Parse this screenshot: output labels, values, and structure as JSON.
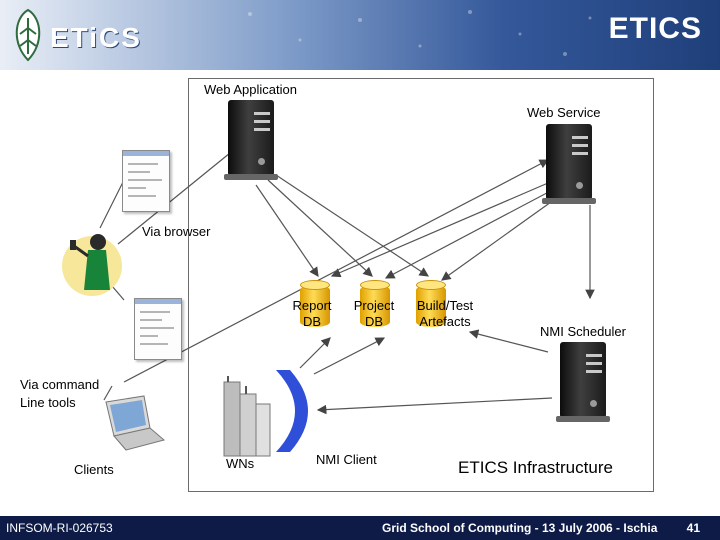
{
  "header": {
    "title": "ETICS",
    "logo_text": "ETiCS"
  },
  "diagram": {
    "web_application": "Web Application",
    "web_service": "Web Service",
    "via_browser": "Via browser",
    "report_db": [
      "Report",
      "DB"
    ],
    "project_db": [
      "Project",
      "DB"
    ],
    "artefacts_db": [
      "Build/Test",
      "Artefacts"
    ],
    "nmi_scheduler": "NMI Scheduler",
    "via_command": [
      "Via command",
      "Line tools"
    ],
    "clients": "Clients",
    "wns": "WNs",
    "nmi_client": "NMI Client",
    "infrastructure": "ETICS Infrastructure"
  },
  "footer": {
    "left": "INFSOM-RI-026753",
    "center": "Grid School of Computing - 13 July 2006 - Ischia",
    "page": "41"
  },
  "colors": {
    "header_dark": "#1f3f7a",
    "footer_bg": "#0d1b46",
    "db_gold": "#f2b818",
    "nmi_client_blue": "#2f4fd8",
    "arrow": "#444444"
  },
  "icons": [
    "etics-logo-icon",
    "server-icon",
    "database-icon",
    "browser-window-icon",
    "user-icon",
    "laptop-icon",
    "worker-nodes-icon",
    "nmi-client-icon"
  ]
}
